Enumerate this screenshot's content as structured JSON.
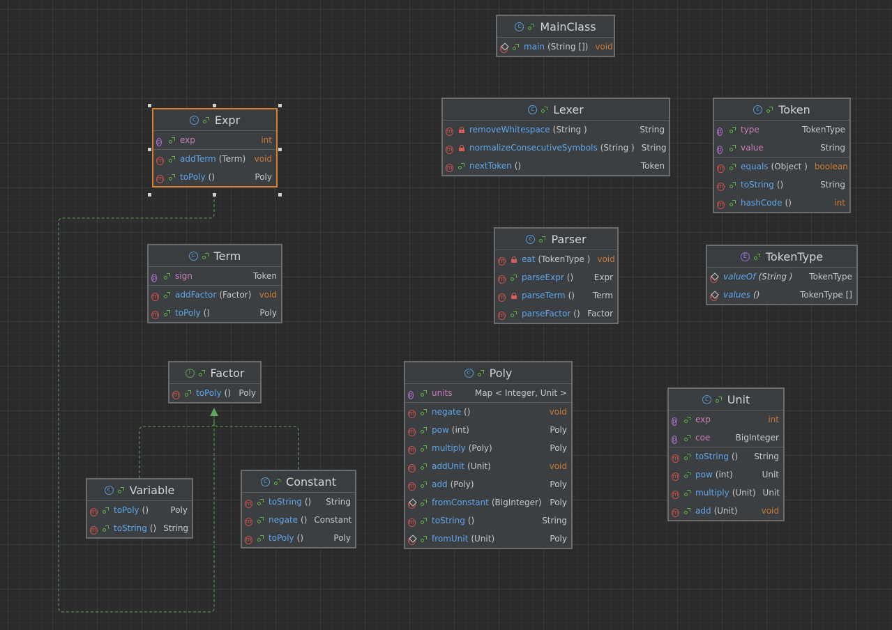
{
  "diagram": {
    "classes": [
      {
        "id": "mainclass",
        "name": "MainClass",
        "kind": "C",
        "fields": [],
        "methods": [
          {
            "name": "main",
            "params": "(String [])",
            "ret": "void",
            "ret_kw": true,
            "vis": "pub",
            "static": true
          }
        ]
      },
      {
        "id": "expr",
        "name": "Expr",
        "kind": "C",
        "selected": true,
        "fields": [
          {
            "name": "exp",
            "ret": "int",
            "ret_kw": true,
            "vis": "pub"
          }
        ],
        "methods": [
          {
            "name": "addTerm",
            "params": "(Term)",
            "ret": "void",
            "ret_kw": true,
            "vis": "pub"
          },
          {
            "name": "toPoly",
            "params": "()",
            "ret": "Poly",
            "vis": "pub"
          }
        ]
      },
      {
        "id": "lexer",
        "name": "Lexer",
        "kind": "C",
        "fields": [],
        "methods": [
          {
            "name": "removeWhitespace",
            "params": "(String )",
            "ret": "String",
            "vis": "priv"
          },
          {
            "name": "normalizeConsecutiveSymbols",
            "params": "(String )",
            "ret": "String",
            "vis": "priv"
          },
          {
            "name": "nextToken",
            "params": "()",
            "ret": "Token",
            "vis": "pub"
          }
        ]
      },
      {
        "id": "token",
        "name": "Token",
        "kind": "C",
        "fields": [
          {
            "name": "type",
            "ret": "TokenType",
            "vis": "pub"
          },
          {
            "name": "value",
            "ret": "String",
            "vis": "pub"
          }
        ],
        "methods": [
          {
            "name": "equals",
            "params": "(Object )",
            "ret": "boolean",
            "ret_kw": true,
            "vis": "pub"
          },
          {
            "name": "toString",
            "params": "()",
            "ret": "String",
            "vis": "pub"
          },
          {
            "name": "hashCode",
            "params": "()",
            "ret": "int",
            "ret_kw": true,
            "vis": "pub"
          }
        ]
      },
      {
        "id": "term",
        "name": "Term",
        "kind": "C",
        "fields": [
          {
            "name": "sign",
            "ret": "Token",
            "vis": "pub"
          }
        ],
        "methods": [
          {
            "name": "addFactor",
            "params": "(Factor)",
            "ret": "void",
            "ret_kw": true,
            "vis": "pub"
          },
          {
            "name": "toPoly",
            "params": "()",
            "ret": "Poly",
            "vis": "pub"
          }
        ]
      },
      {
        "id": "parser",
        "name": "Parser",
        "kind": "C",
        "fields": [],
        "methods": [
          {
            "name": "eat",
            "params": "(TokenType )",
            "ret": "void",
            "ret_kw": true,
            "vis": "priv"
          },
          {
            "name": "parseExpr",
            "params": "()",
            "ret": "Expr",
            "vis": "pub"
          },
          {
            "name": "parseTerm",
            "params": "()",
            "ret": "Term",
            "vis": "priv"
          },
          {
            "name": "parseFactor",
            "params": "()",
            "ret": "Factor",
            "vis": "pub"
          }
        ]
      },
      {
        "id": "tokentype",
        "name": "TokenType",
        "kind": "E",
        "fields": [],
        "methods": [
          {
            "name": "valueOf",
            "params": "(String )",
            "ret": "TokenType",
            "vis": "none",
            "static": true,
            "italic": true
          },
          {
            "name": "values",
            "params": "()",
            "ret": "TokenType []",
            "vis": "none",
            "static": true,
            "italic": true
          }
        ]
      },
      {
        "id": "factor",
        "name": "Factor",
        "kind": "I",
        "fields": [],
        "methods": [
          {
            "name": "toPoly",
            "params": "()",
            "ret": "Poly",
            "vis": "pub"
          }
        ]
      },
      {
        "id": "poly",
        "name": "Poly",
        "kind": "C",
        "fields": [
          {
            "name": "units",
            "ret": "Map < Integer,  Unit >",
            "vis": "pub"
          }
        ],
        "methods": [
          {
            "name": "negate",
            "params": "()",
            "ret": "void",
            "ret_kw": true,
            "vis": "pub"
          },
          {
            "name": "pow",
            "params": "(int)",
            "ret": "Poly",
            "vis": "pub"
          },
          {
            "name": "multiply",
            "params": "(Poly)",
            "ret": "Poly",
            "vis": "pub"
          },
          {
            "name": "addUnit",
            "params": "(Unit)",
            "ret": "void",
            "ret_kw": true,
            "vis": "pub"
          },
          {
            "name": "add",
            "params": "(Poly)",
            "ret": "Poly",
            "vis": "pub"
          },
          {
            "name": "fromConstant",
            "params": "(BigInteger)",
            "ret": "Poly",
            "vis": "pub",
            "static": true
          },
          {
            "name": "toString",
            "params": "()",
            "ret": "String",
            "vis": "pub"
          },
          {
            "name": "fromUnit",
            "params": "(Unit)",
            "ret": "Poly",
            "vis": "pub",
            "static": true
          }
        ]
      },
      {
        "id": "unit",
        "name": "Unit",
        "kind": "C",
        "fields": [
          {
            "name": "exp",
            "ret": "int",
            "ret_kw": true,
            "vis": "pub"
          },
          {
            "name": "coe",
            "ret": "BigInteger",
            "vis": "pub"
          }
        ],
        "methods": [
          {
            "name": "toString",
            "params": "()",
            "ret": "String",
            "vis": "pub"
          },
          {
            "name": "pow",
            "params": "(int)",
            "ret": "Unit",
            "vis": "pub"
          },
          {
            "name": "multiply",
            "params": "(Unit)",
            "ret": "Unit",
            "vis": "pub"
          },
          {
            "name": "add",
            "params": "(Unit)",
            "ret": "void",
            "ret_kw": true,
            "vis": "pub"
          }
        ]
      },
      {
        "id": "variable",
        "name": "Variable",
        "kind": "C",
        "fields": [],
        "methods": [
          {
            "name": "toPoly",
            "params": "()",
            "ret": "Poly",
            "vis": "pub"
          },
          {
            "name": "toString",
            "params": "()",
            "ret": "String",
            "vis": "pub"
          }
        ]
      },
      {
        "id": "constant",
        "name": "Constant",
        "kind": "C",
        "fields": [],
        "methods": [
          {
            "name": "toString",
            "params": "()",
            "ret": "String",
            "vis": "pub"
          },
          {
            "name": "negate",
            "params": "()",
            "ret": "Constant",
            "vis": "pub"
          },
          {
            "name": "toPoly",
            "params": "()",
            "ret": "Poly",
            "vis": "pub"
          }
        ]
      }
    ],
    "relations": [
      {
        "from": "expr",
        "to": "factor",
        "type": "implements"
      },
      {
        "from": "variable",
        "to": "factor",
        "type": "implements"
      },
      {
        "from": "constant",
        "to": "factor",
        "type": "implements"
      }
    ],
    "colors": {
      "background": "#2b2b2b",
      "node": "#3c3f41",
      "selection": "#d9822b",
      "method_name": "#5ea6ea",
      "field_name": "#c77dbb",
      "keyword": "#cc7832",
      "edge": "#5fa55a"
    }
  }
}
